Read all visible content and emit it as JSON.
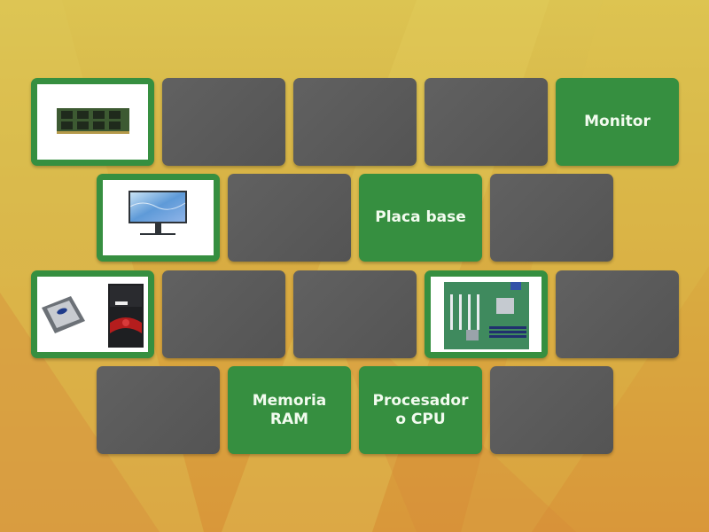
{
  "game": {
    "type": "memory-match",
    "colors": {
      "matched_card": "#368f40",
      "hidden_card": "#5a5a5a",
      "card_text": "#f2fbef"
    },
    "cards": [
      {
        "row": 0,
        "col": 0,
        "state": "image",
        "image": "ram-module",
        "label": ""
      },
      {
        "row": 0,
        "col": 1,
        "state": "hidden",
        "label": ""
      },
      {
        "row": 0,
        "col": 2,
        "state": "hidden",
        "label": ""
      },
      {
        "row": 0,
        "col": 3,
        "state": "hidden",
        "label": ""
      },
      {
        "row": 0,
        "col": 4,
        "state": "text",
        "label": "Monitor"
      },
      {
        "row": 1,
        "col": 0,
        "state": "image",
        "image": "monitor",
        "label": ""
      },
      {
        "row": 1,
        "col": 1,
        "state": "hidden",
        "label": ""
      },
      {
        "row": 1,
        "col": 2,
        "state": "text",
        "label": "Placa base"
      },
      {
        "row": 1,
        "col": 3,
        "state": "hidden",
        "label": ""
      },
      {
        "row": 2,
        "col": 0,
        "state": "image",
        "image": "cpu-and-tower",
        "label": ""
      },
      {
        "row": 2,
        "col": 1,
        "state": "hidden",
        "label": ""
      },
      {
        "row": 2,
        "col": 2,
        "state": "hidden",
        "label": ""
      },
      {
        "row": 2,
        "col": 3,
        "state": "image",
        "image": "motherboard",
        "label": ""
      },
      {
        "row": 2,
        "col": 4,
        "state": "hidden",
        "label": ""
      },
      {
        "row": 3,
        "col": 0,
        "state": "hidden",
        "label": ""
      },
      {
        "row": 3,
        "col": 1,
        "state": "text",
        "label": "Memoria RAM"
      },
      {
        "row": 3,
        "col": 2,
        "state": "text",
        "label": "Procesador o CPU"
      },
      {
        "row": 3,
        "col": 3,
        "state": "hidden",
        "label": ""
      }
    ]
  }
}
